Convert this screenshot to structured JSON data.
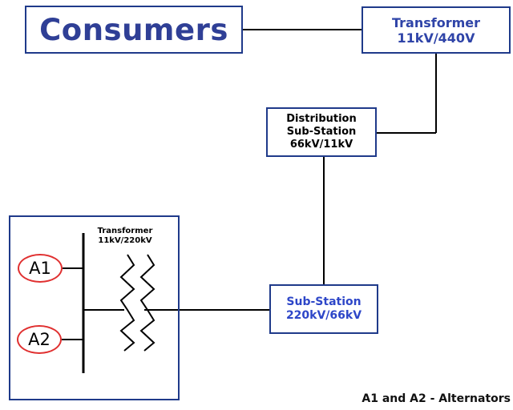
{
  "consumers": {
    "label": "Consumers"
  },
  "transformer_top": {
    "line1": "Transformer",
    "line2": "11kV/440V"
  },
  "distribution": {
    "line1": "Distribution",
    "line2": "Sub-Station",
    "line3": "66kV/11kV"
  },
  "substation": {
    "line1": "Sub-Station",
    "line2": "220kV/66kV"
  },
  "transformer_gen": {
    "line1": "Transformer",
    "line2": "11kV/220kV"
  },
  "generators": [
    {
      "label": "A1"
    },
    {
      "label": "A2"
    }
  ],
  "legend": {
    "text": "A1 and A2 - Alternators"
  },
  "colors": {
    "box_border": "#1f3a8a",
    "consumers_text": "#2f3f96",
    "accent_text": "#2f44a8",
    "generator_ring": "#e03030"
  }
}
